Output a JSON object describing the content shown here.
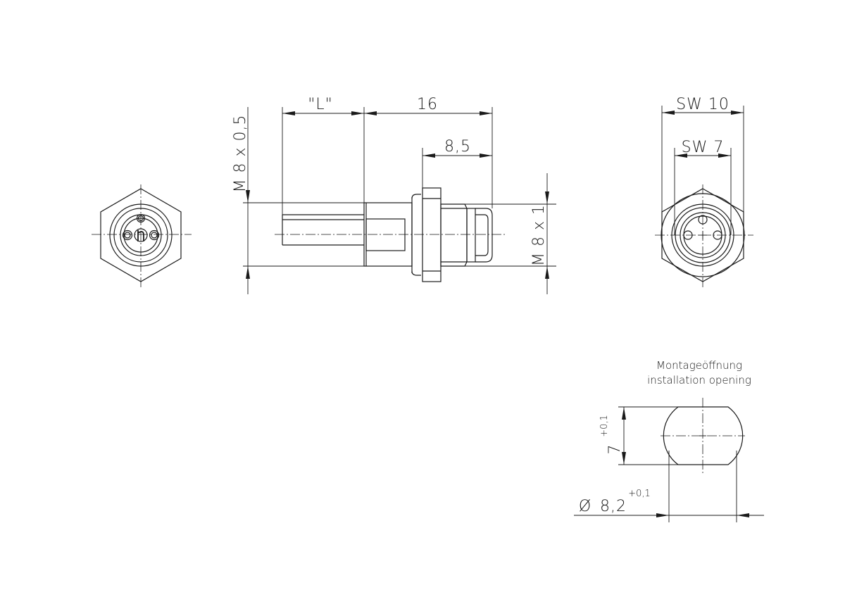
{
  "dimensions": {
    "length_label": "\"L\"",
    "body_length": "16",
    "front_length": "8,5",
    "thread_rear": "M 8 x 0,5",
    "thread_front": "M 8 x 1",
    "wrench_outer": "SW 10",
    "wrench_inner": "SW 7"
  },
  "cutout": {
    "label_de": "Montageöffnung",
    "label_en": "installation opening",
    "flat_height": "7",
    "flat_tolerance": "+0,1",
    "diameter_symbol": "Ø",
    "diameter": "8,2",
    "diameter_tolerance": "+0,1"
  }
}
